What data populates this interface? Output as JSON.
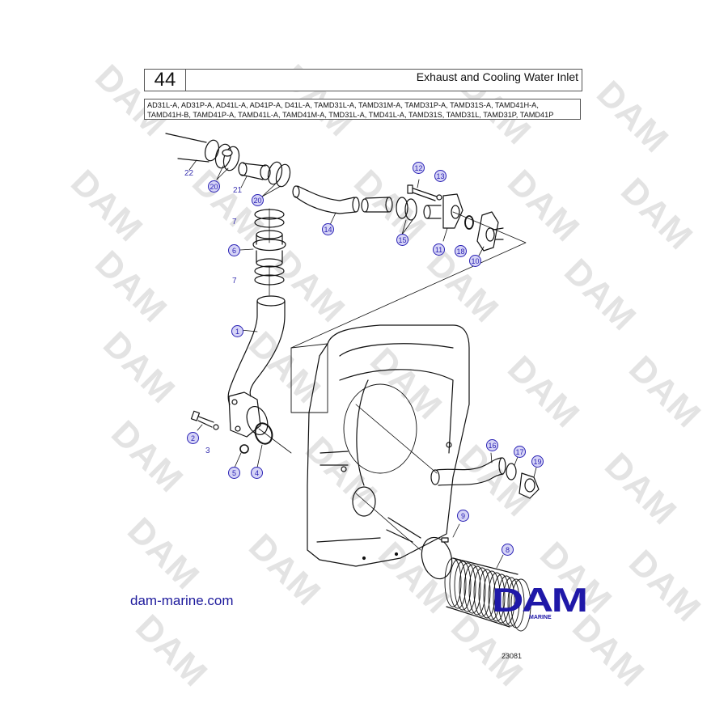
{
  "header": {
    "page_number": "44",
    "title": "Exhaust and Cooling Water Inlet"
  },
  "models": {
    "line1": "AD31L-A, AD31P-A, AD41L-A, AD41P-A, D41L-A, TAMD31L-A, TAMD31M-A, TAMD31P-A, TAMD31S-A, TAMD41H-A,",
    "line2": "TAMD41H-B, TAMD41P-A, TAMD41L-A, TAMD41M-A, TMD31L-A, TMD41L-A, TAMD31S, TAMD31L, TAMD31P, TAMD41P"
  },
  "callouts": {
    "c1": "1",
    "c2": "2",
    "c4": "4",
    "c5": "5",
    "c6": "6",
    "c8": "8",
    "c9": "9",
    "c10": "10",
    "c11": "11",
    "c12": "12",
    "c13": "13",
    "c14": "14",
    "c15": "15",
    "c16": "16",
    "c17": "17",
    "c18": "18",
    "c19": "19",
    "c20a": "20",
    "c20b": "20"
  },
  "labels": {
    "l3": "3",
    "l7a": "7",
    "l7b": "7",
    "l21": "21",
    "l22": "22"
  },
  "watermark_text": "DAM",
  "footer": {
    "url": "dam-marine.com",
    "logo_main": "DAM",
    "logo_sub": "MARINE",
    "drawing_id": "23081"
  },
  "colors": {
    "callout_border": "#2a22b5",
    "callout_fill": "#d6d4f6",
    "logo": "#1f18a8",
    "watermark": "#e3e3e3"
  }
}
